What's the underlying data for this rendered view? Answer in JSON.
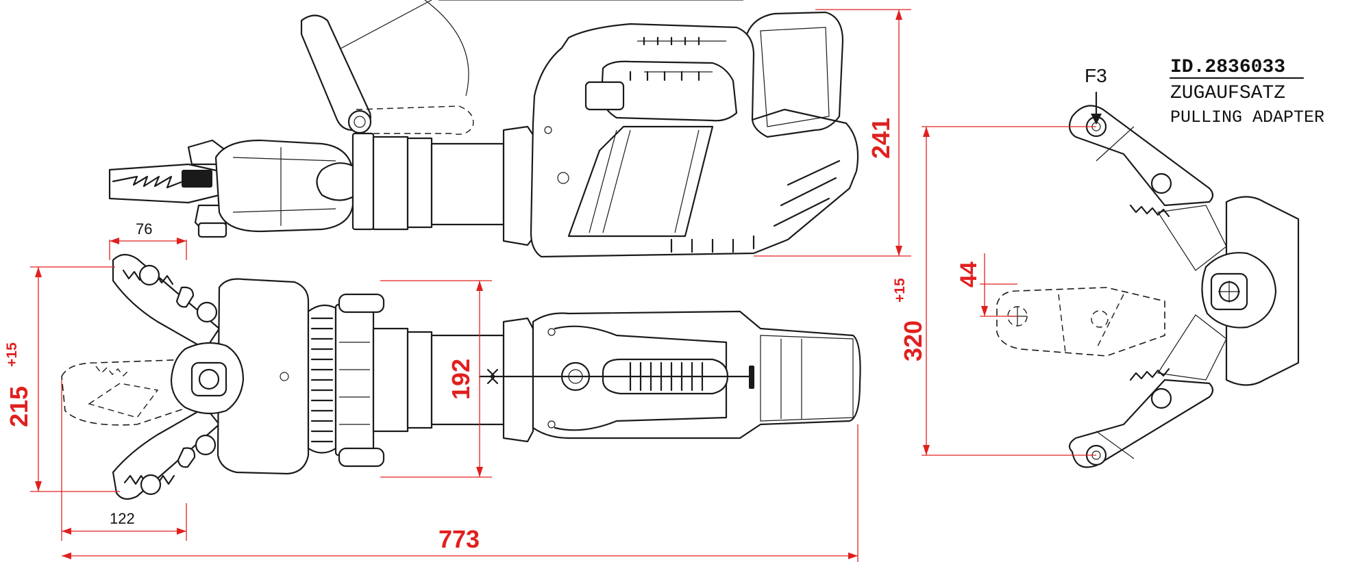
{
  "title_block": {
    "id_line": "ID.2836033",
    "name_de": "ZUGAUFSATZ",
    "name_en": "PULLING ADAPTER"
  },
  "force_label": "F3",
  "dimensions": {
    "height_top_view": "241",
    "jaw_width": "76",
    "opening": "215",
    "opening_tolerance": "+15",
    "body_width": "192",
    "tip_length": "122",
    "overall_length": "773",
    "adapter_spread": "320",
    "adapter_tolerance": "+15",
    "adapter_offset": "44"
  },
  "colors": {
    "line": "#1a1a1a",
    "dimension": "#e0201e",
    "background": "#ffffff"
  }
}
